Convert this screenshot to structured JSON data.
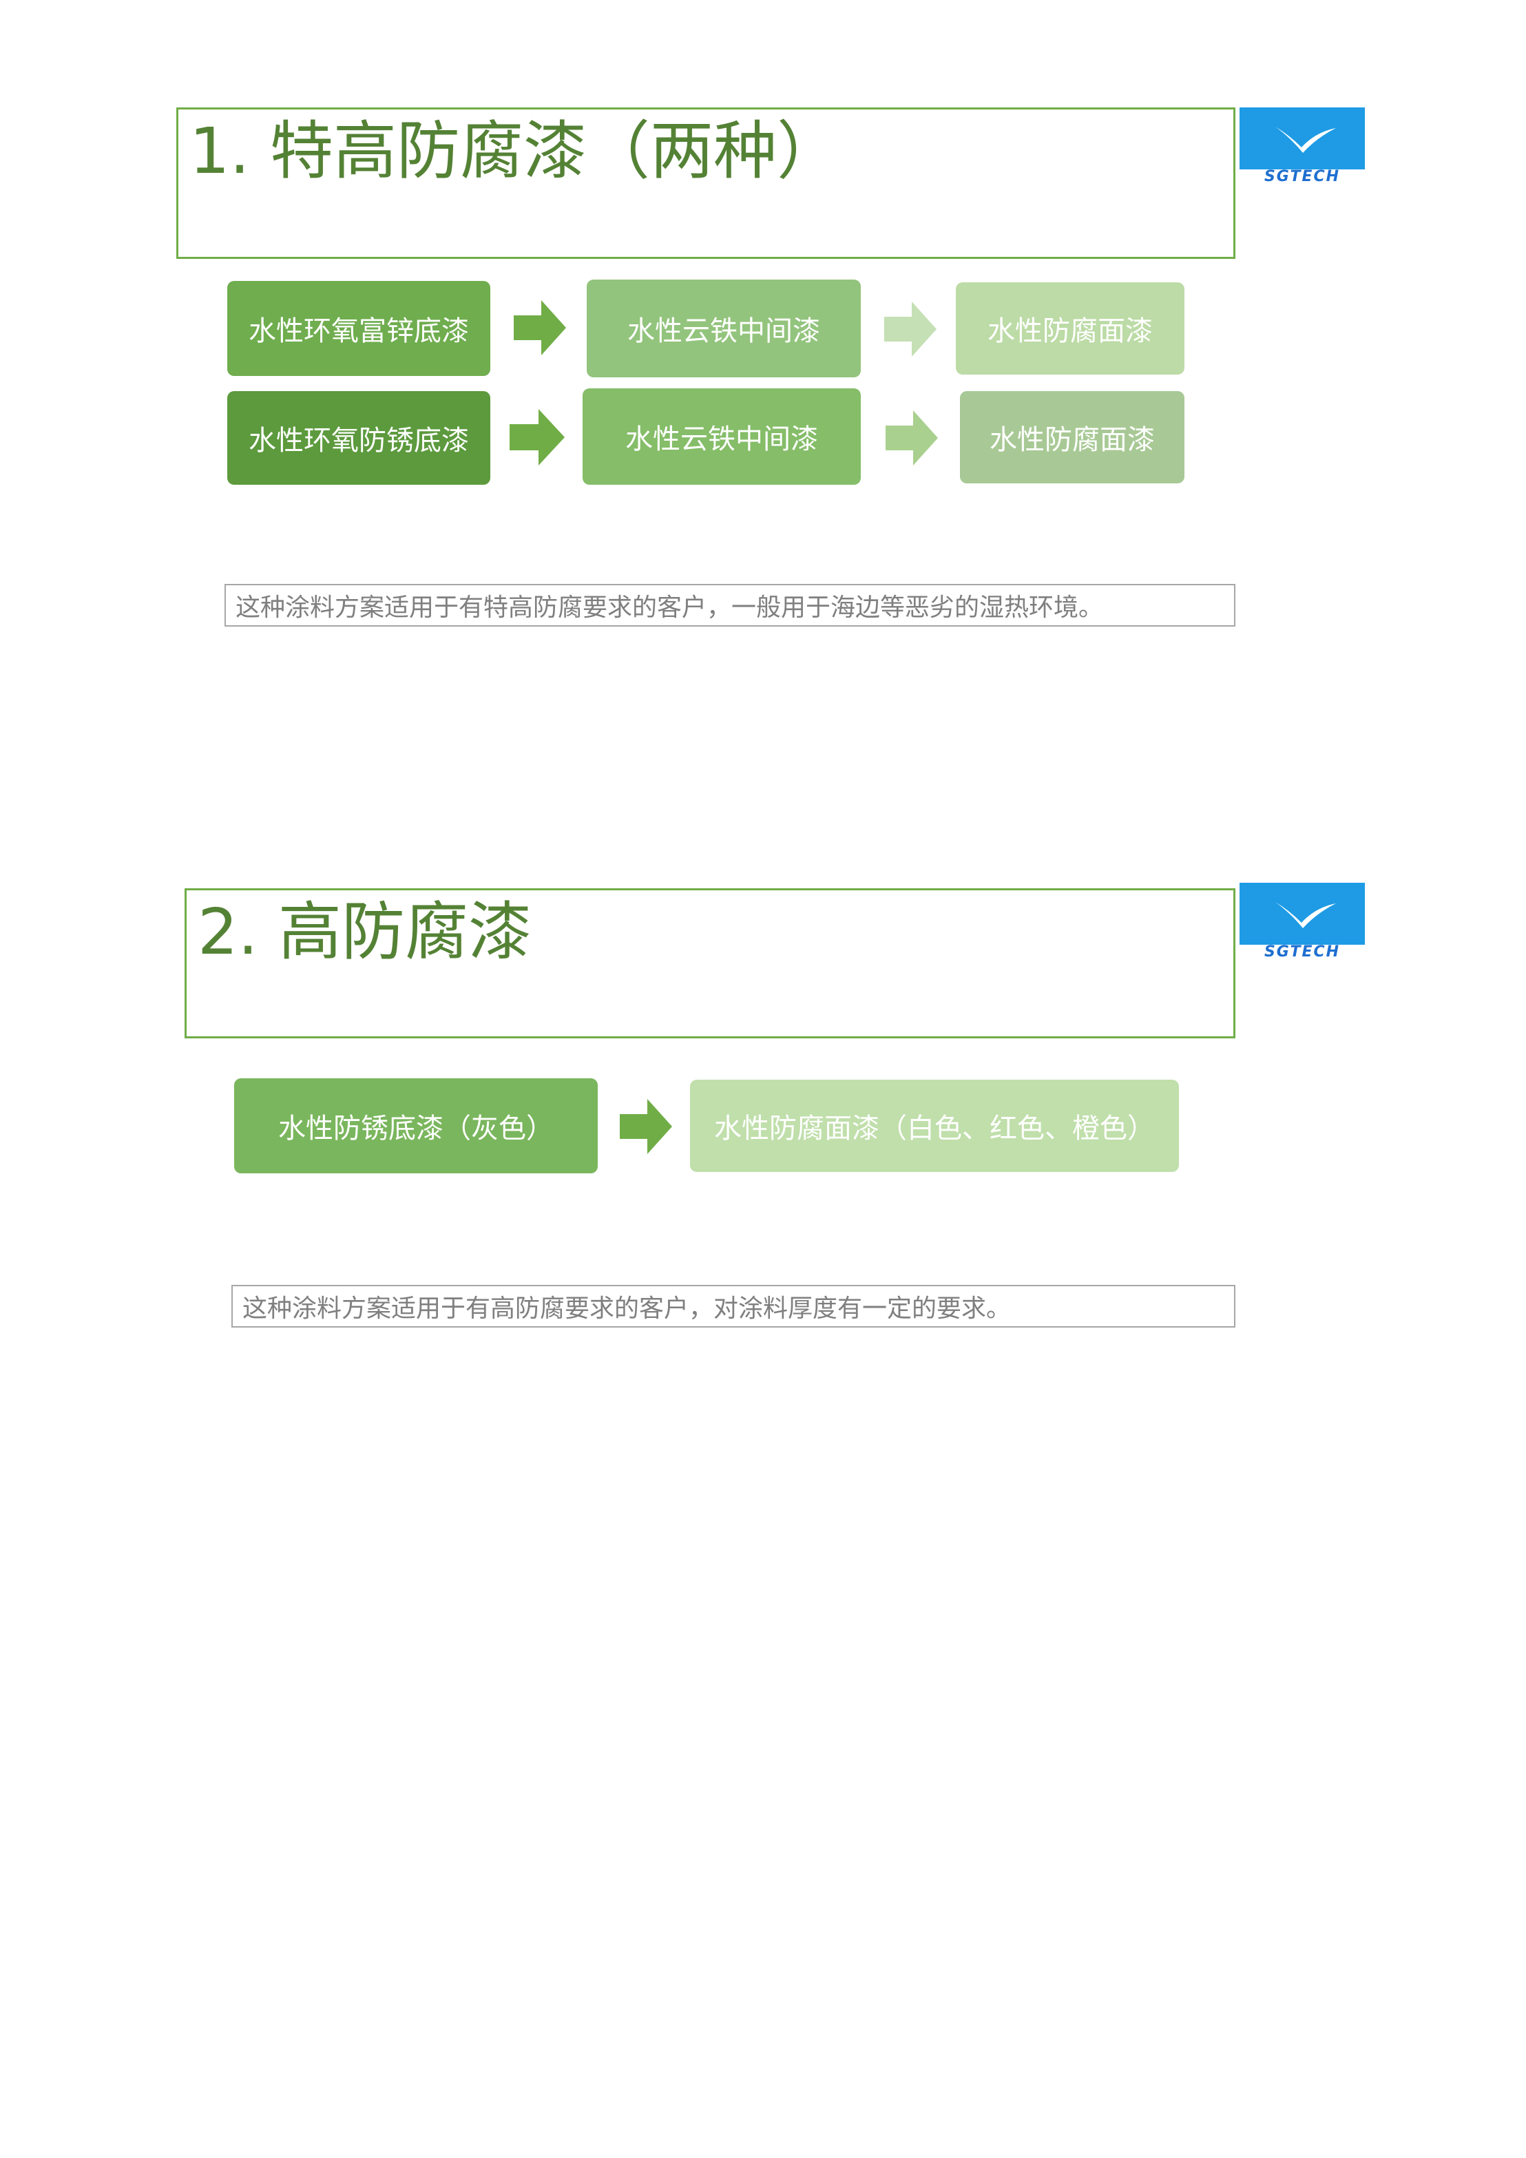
{
  "logo": {
    "text": "SGTECH"
  },
  "sections": [
    {
      "title": "1. 特高防腐漆（两种）",
      "rows": [
        [
          "水性环氧富锌底漆",
          "水性云铁中间漆",
          "水性防腐面漆"
        ],
        [
          "水性环氧防锈底漆",
          "水性云铁中间漆",
          "水性防腐面漆"
        ]
      ],
      "note": "这种涂料方案适用于有特高防腐要求的客户，一般用于海边等恶劣的湿热环境。"
    },
    {
      "title": "2. 高防腐漆",
      "rows": [
        [
          "水性防锈底漆（灰色）",
          "水性防腐面漆（白色、红色、橙色）"
        ]
      ],
      "note": "这种涂料方案适用于有高防腐要求的客户，对涂料厚度有一定的要求。"
    }
  ],
  "colors": {
    "title": "#548235",
    "border": "#70ad47",
    "logo_bg": "#1e9be4",
    "node_dark": "#5a9a3c",
    "node_mid": "#7ab65d",
    "node_light": "#a9d08e",
    "node_pale": "#bedca8",
    "arrow_dark": "#70ad47",
    "arrow_light": "#c5e0b4"
  }
}
